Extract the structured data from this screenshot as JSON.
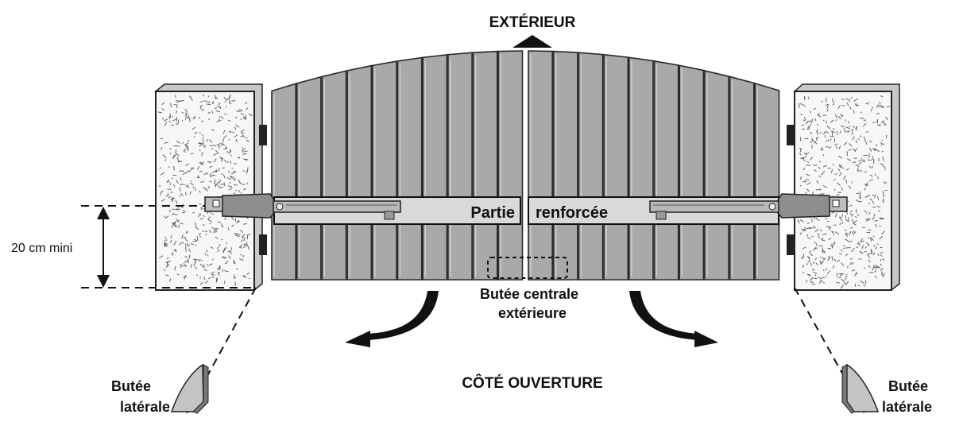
{
  "labels": {
    "exterior": "EXTÉRIEUR",
    "partie": "Partie",
    "renforcee": "renforcée",
    "height_note": "20 cm mini",
    "central_stop_line1": "Butée centrale",
    "central_stop_line2": "extérieure",
    "opening_side": "CÔTÉ OUVERTURE",
    "left_stop_line1": "Butée",
    "left_stop_line2": "latérale",
    "right_stop_line1": "Butée",
    "right_stop_line2": "latérale"
  },
  "colors": {
    "board_fill": "#a9a9a9",
    "board_stroke": "#2a2a2a",
    "pillar_fill": "#f7f7f7",
    "band_fill": "#d9d9d9",
    "motor_fill": "#9a9a9a",
    "ink": "#111111"
  }
}
